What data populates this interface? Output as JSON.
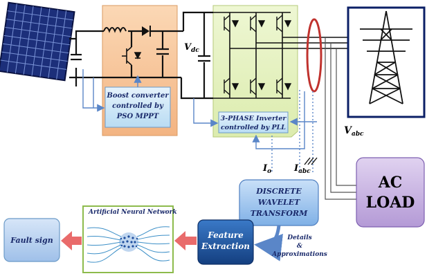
{
  "labels": {
    "boost_box": [
      "Boost converter",
      "controlled by",
      "PSO MPPT"
    ],
    "inverter_box": [
      "3-PHASE Inverter",
      "controlled by PLL"
    ],
    "vdc": "V",
    "vdc_sub": "dc",
    "vabc": "V",
    "vabc_sub": "abc",
    "io": "I",
    "io_sub": "o",
    "iabc": "I",
    "iabc_sub": "abc",
    "dwt": [
      "DISCRETE",
      "WAVELET",
      "TRANSFORM"
    ],
    "ac_load": [
      "AC",
      "LOAD"
    ],
    "ann_title": "Artificial Neural Network",
    "feature": [
      "Feature",
      "Extraction"
    ],
    "fault": "Fault sign",
    "details": [
      "Details",
      "&",
      "Approximations"
    ]
  },
  "colors": {
    "boost_fill": "#f7c89b",
    "inverter_fill": "#e8f3c5",
    "control_box": "#c9e4f6",
    "dwt_fill": "#a9cdf1",
    "ac_load_fill": "#cdb9e4",
    "feature_fill": "#1f5aa6",
    "fault_fill": "#b3cff0",
    "arrow_red": "#e96b6b",
    "signal_blue": "#5a86c8",
    "ct_ring": "#c0322e",
    "tower_frame": "#0b1f66"
  },
  "icons": {
    "solar_panel": "solar-panel-icon",
    "tower": "transmission-tower-icon",
    "neural_net": "neural-network-icon"
  }
}
